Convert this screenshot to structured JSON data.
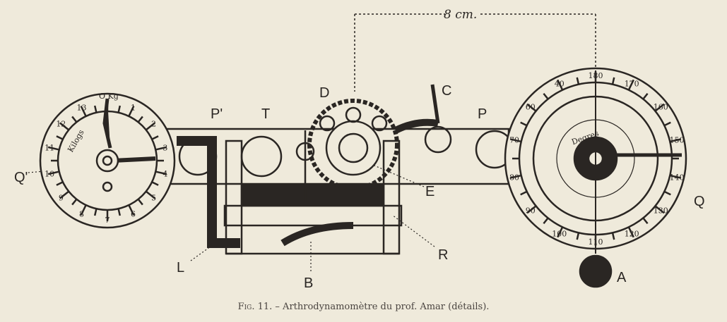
{
  "labels": {
    "D": "D",
    "C": "C",
    "T": "T",
    "P_prime": "P'",
    "P": "P",
    "Q_prime": "Q'",
    "Q": "Q",
    "E": "E",
    "R": "R",
    "L": "L",
    "B": "B",
    "A": "A"
  },
  "dimension": "8 cm.",
  "left_dial": {
    "unit": "O Kg",
    "title": "Kilogs",
    "numbers": [
      "1",
      "2",
      "3",
      "4",
      "5",
      "6",
      "7",
      "8",
      "9",
      "10",
      "11",
      "12",
      "13"
    ]
  },
  "right_dial": {
    "title": "Degres",
    "outer_numbers": [
      "170",
      "160",
      "150",
      "140",
      "130",
      "120",
      "110",
      "100",
      "90",
      "80",
      "70",
      "60",
      "40",
      "180"
    ]
  },
  "caption": {
    "fig": "Fig. 11.",
    "text": " – Arthrodynamomètre du prof. Amar (détails)."
  },
  "colors": {
    "paper": "#efeadb",
    "ink": "#2a2623"
  }
}
